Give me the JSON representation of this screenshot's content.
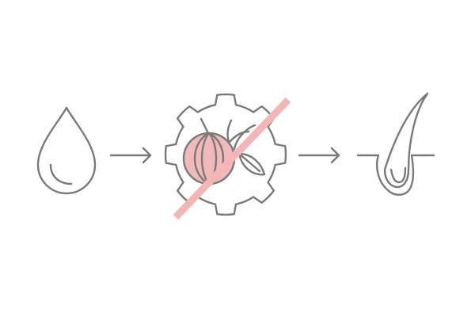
{
  "diagram": {
    "steps": [
      {
        "id": "oil",
        "icon": "oil-drop-icon"
      },
      {
        "id": "process",
        "icon": "gear-icon",
        "inner_icon": "seed-fruit-icon",
        "crossed_out": true
      },
      {
        "id": "result",
        "icon": "hair-follicle-icon"
      }
    ],
    "connectors": [
      "arrow-right-icon",
      "arrow-right-icon"
    ]
  },
  "colors": {
    "stroke": "#7a7a7a",
    "cross": "#f3b5b5",
    "fruit_fill": "#f1b9b9",
    "background": "#ffffff"
  }
}
